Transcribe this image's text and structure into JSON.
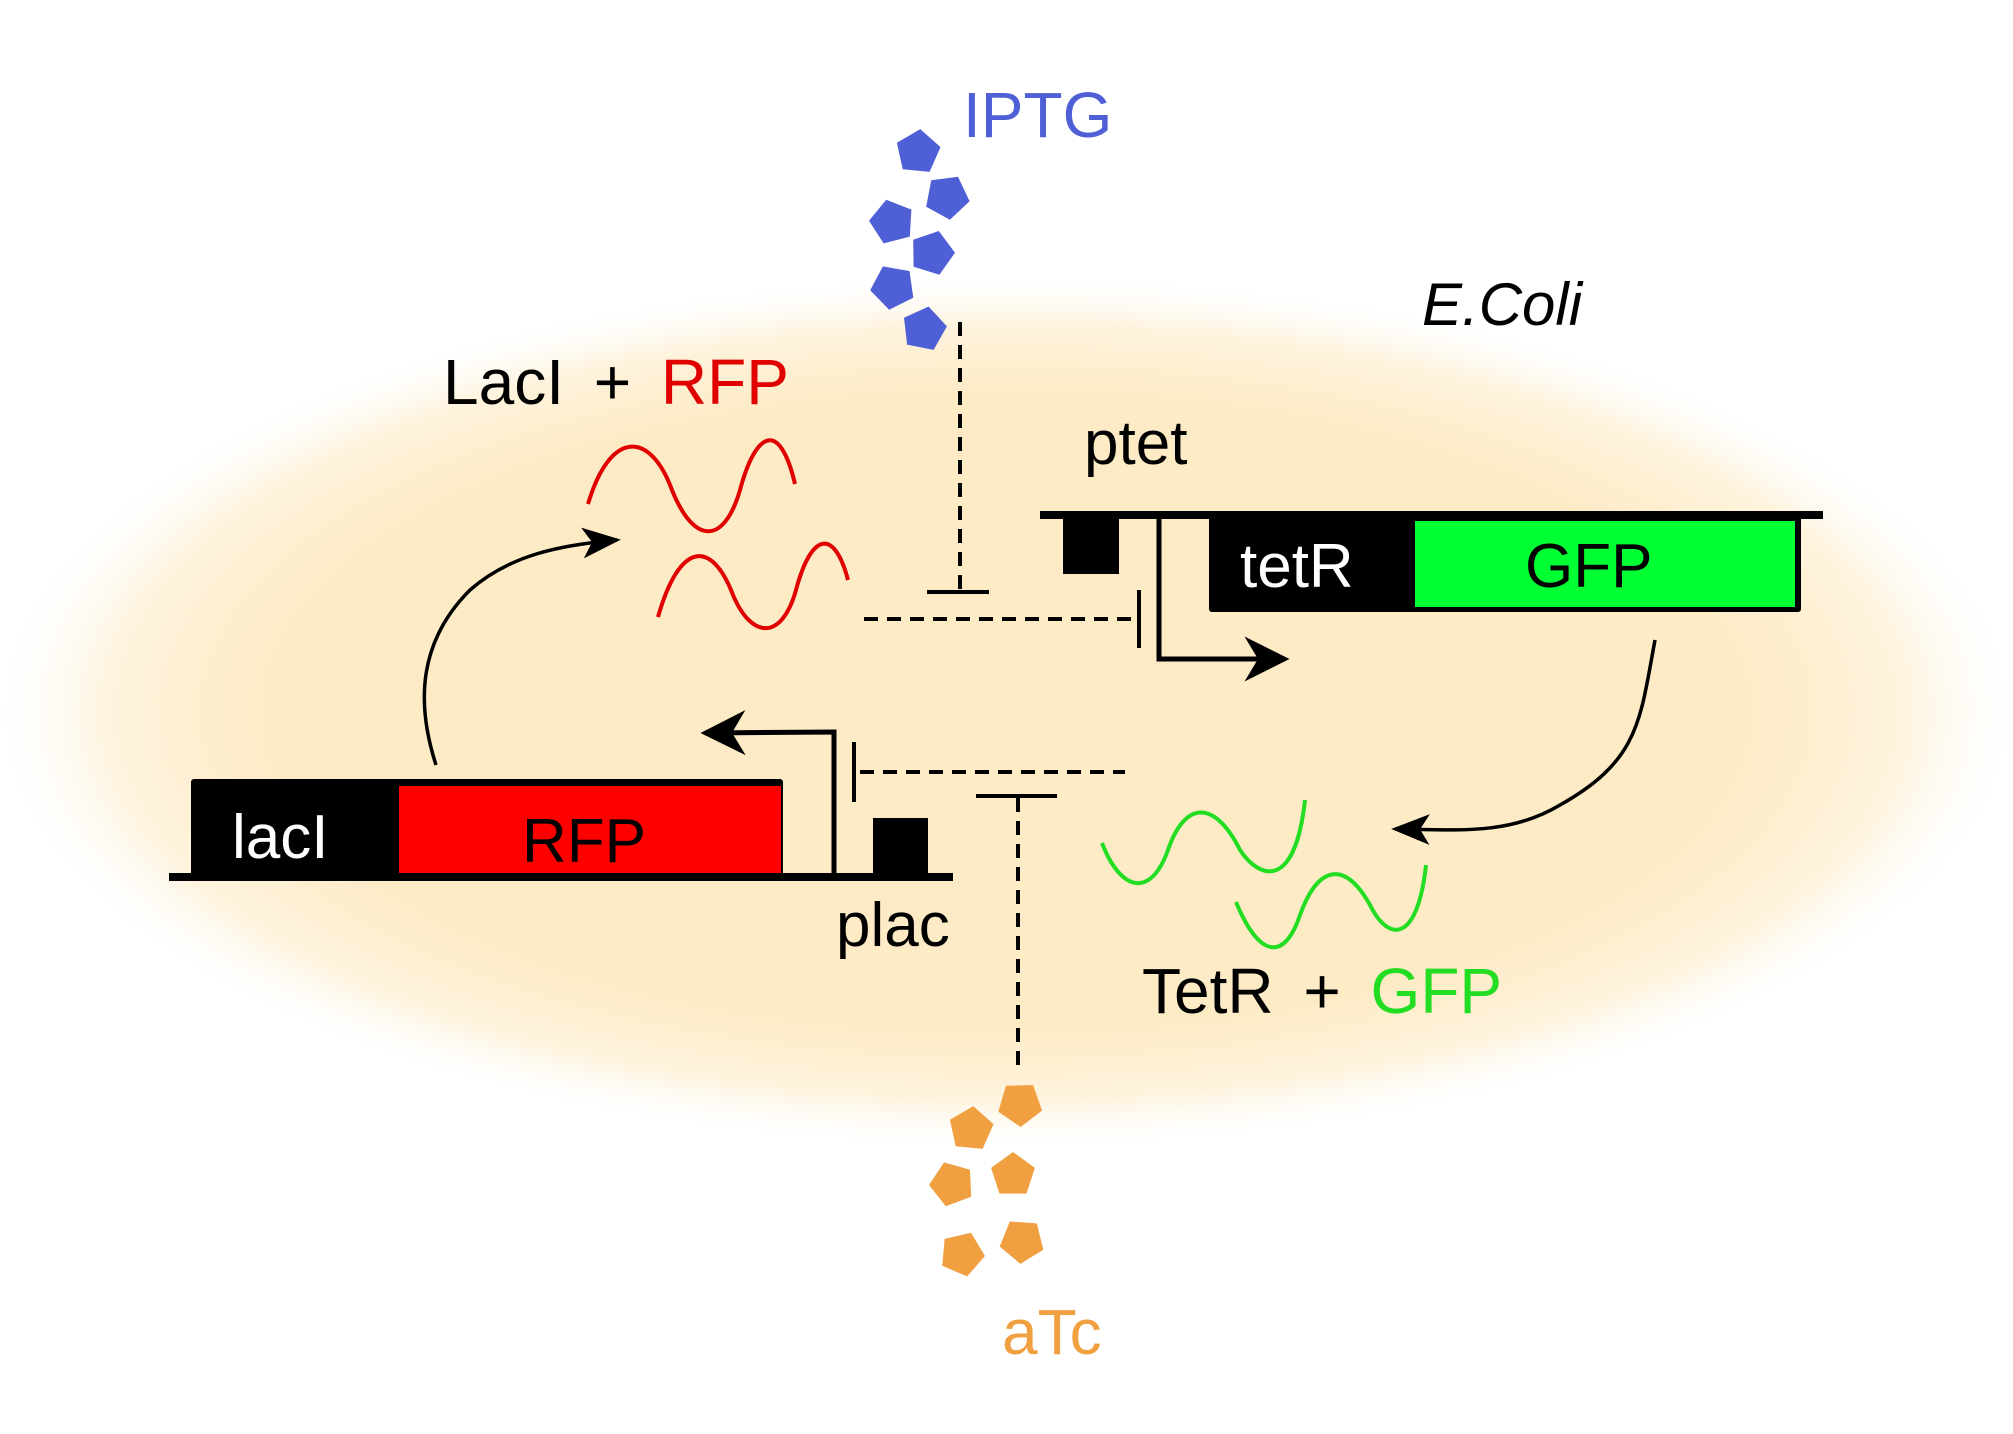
{
  "title": "Genetic toggle switch in E. coli",
  "cell_label": "E.Coli",
  "colors": {
    "cell": "#FDEBC6",
    "iptg": "#4F5FD6",
    "atc": "#F0A040",
    "rfp": "#FF0000",
    "rfp_text": "#E00000",
    "gfp": "#00FF33",
    "gfp_text": "#22DD22",
    "ink": "#000000"
  },
  "inducers": {
    "iptg": {
      "label": "IPTG",
      "molecule_count": 6
    },
    "atc": {
      "label": "aTc",
      "molecule_count": 6
    }
  },
  "constructs": {
    "top": {
      "promoter": "ptet",
      "genes": [
        {
          "name": "tetR",
          "color": "black"
        },
        {
          "name": "GFP",
          "color": "green"
        }
      ]
    },
    "bottom": {
      "promoter": "plac",
      "genes": [
        {
          "name": "lacI",
          "color": "black"
        },
        {
          "name": "RFP",
          "color": "red"
        }
      ]
    }
  },
  "products": {
    "laci_rfp": {
      "part1": "LacI",
      "plus": "+",
      "part2": "RFP"
    },
    "tetr_gfp": {
      "part1": "TetR",
      "plus": "+",
      "part2": "GFP"
    }
  },
  "interactions": [
    {
      "from": "IPTG",
      "to": "LacI repression",
      "type": "inhibition"
    },
    {
      "from": "LacI",
      "to": "ptet",
      "type": "inhibition"
    },
    {
      "from": "aTc",
      "to": "TetR repression",
      "type": "inhibition"
    },
    {
      "from": "TetR",
      "to": "plac",
      "type": "inhibition"
    },
    {
      "from": "lacI-RFP gene",
      "to": "LacI + RFP",
      "type": "expression"
    },
    {
      "from": "tetR-GFP gene",
      "to": "TetR + GFP",
      "type": "expression"
    }
  ]
}
